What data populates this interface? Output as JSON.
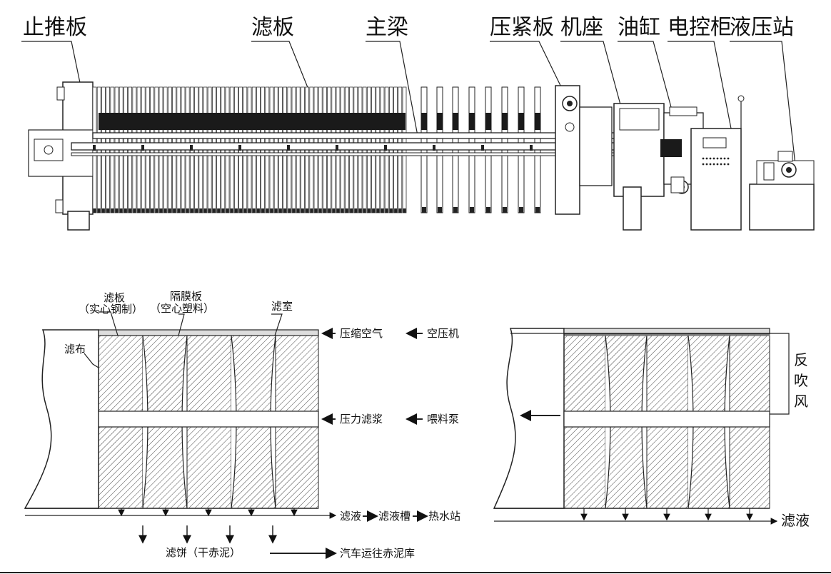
{
  "top": {
    "labels": {
      "end_plate": "止推板",
      "filter_plate": "滤板",
      "main_beam": "主梁",
      "press_plate": "压紧板",
      "base": "机座",
      "cylinder": "油缸",
      "control_cabinet": "电控柜",
      "hydraulic_station": "液压站"
    }
  },
  "left_diagram": {
    "filter_plate": "滤板",
    "filter_plate_note": "（实心钢制）",
    "membrane_plate": "隔膜板",
    "membrane_plate_note": "（空心塑料）",
    "filter_chamber": "滤室",
    "filter_cloth": "滤布",
    "compressed_air": "压缩空气",
    "air_compressor": "空压机",
    "pressure_slurry": "压力滤浆",
    "feed_pump": "喂料泵",
    "filtrate": "滤液",
    "filtrate_tank": "滤液槽",
    "hot_water_station": "热水站",
    "filter_cake": "滤饼（干赤泥）",
    "truck_to_yard": "汽车运往赤泥库"
  },
  "right_diagram": {
    "back_blow_1": "反",
    "back_blow_2": "吹",
    "back_blow_3": "风",
    "filtrate": "滤液"
  }
}
